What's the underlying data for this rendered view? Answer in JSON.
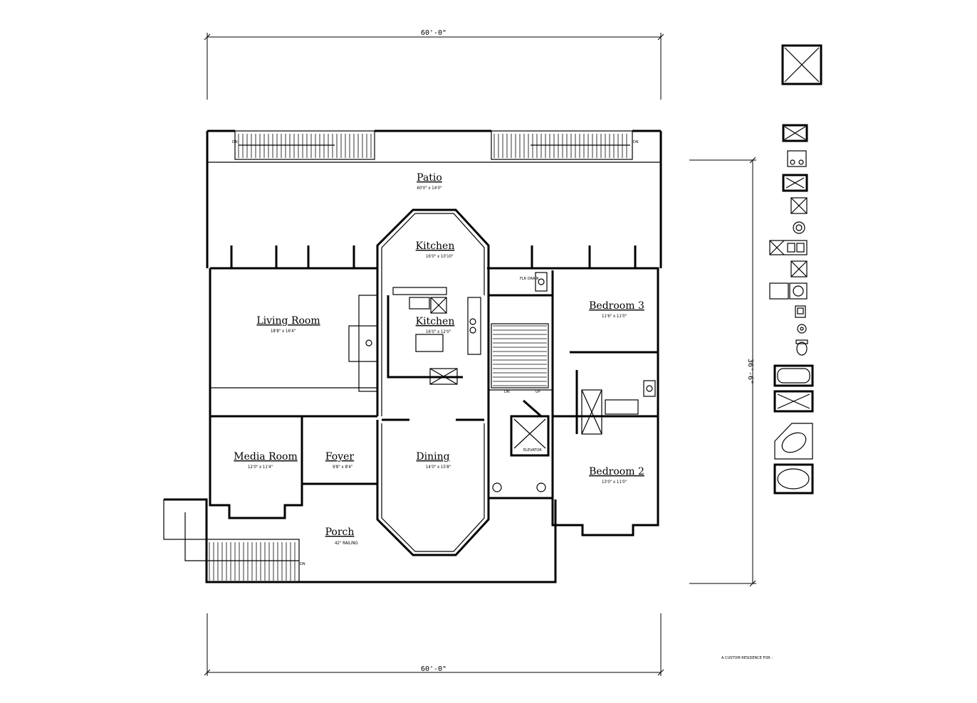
{
  "dimensions": {
    "top": "60'-0\"",
    "bottom": "60'-0\"",
    "right": "36'-6\""
  },
  "rooms": {
    "patio": {
      "name": "Patio",
      "size": "60'0\" x 14'0\""
    },
    "kitchen_upper": {
      "name": "Kitchen",
      "size": "16'0\" x 10'10\""
    },
    "kitchen": {
      "name": "Kitchen",
      "size": "16'0\" x 12'0\""
    },
    "living_room": {
      "name": "Living Room",
      "size": "18'8\" x 16'4\""
    },
    "bedroom3": {
      "name": "Bedroom 3",
      "size": "11'6\" x 11'0\""
    },
    "media_room": {
      "name": "Media Room",
      "size": "12'0\" x 11'4\""
    },
    "foyer": {
      "name": "Foyer",
      "size": "9'8\" x 8'4\""
    },
    "dining": {
      "name": "Dining",
      "size": "14'0\" x 15'8\""
    },
    "bedroom2": {
      "name": "Bedroom 2",
      "size": "13'0\" x 11'0\""
    },
    "porch": {
      "name": "Porch",
      "size": "42\" RAILING"
    }
  },
  "labels": {
    "flr_drain": "FLR DRAIN",
    "elevator": "ELEVATOR",
    "stair_dn": "DN",
    "stair_up": "UP",
    "dn_left": "DN",
    "dn_right": "DN",
    "dn_porch": "DN",
    "residence": "A CUSTOM RESIDENCE FOR :"
  },
  "legend": {
    "icons": [
      "skylight-icon",
      "range-icon",
      "cooktop-icon",
      "sink-icon",
      "washer-icon",
      "lavatory-icon",
      "toilet-icon",
      "bathtub-icon",
      "shower-icon",
      "corner-tub-icon",
      "oval-tub-icon"
    ]
  }
}
